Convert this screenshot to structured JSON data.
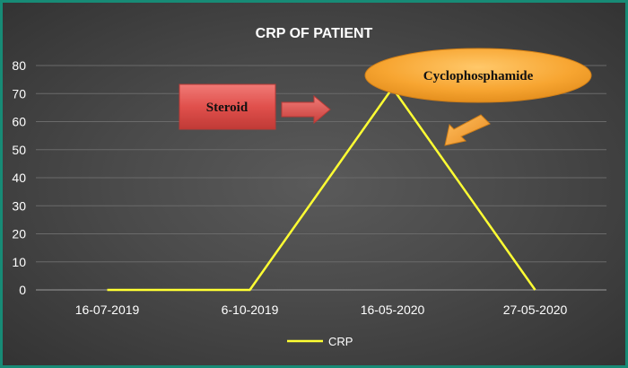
{
  "chart_data": {
    "type": "line",
    "title": "CRP OF PATIENT",
    "xlabel": "",
    "ylabel": "",
    "categories": [
      "16-07-2019",
      "6-10-2019",
      "16-05-2020",
      "27-05-2020"
    ],
    "series": [
      {
        "name": "CRP",
        "values": [
          0,
          0,
          72,
          0
        ],
        "color": "#ffff33"
      }
    ],
    "ylim": [
      0,
      80
    ],
    "yticks": [
      0,
      10,
      20,
      30,
      40,
      50,
      60,
      70,
      80
    ],
    "grid": true,
    "legend": "bottom",
    "annotations": [
      {
        "text": "Steroid",
        "shape": "rectangle",
        "color": "#e0504c"
      },
      {
        "text": "Cyclophosphamide",
        "shape": "ellipse",
        "color": "#f5a22d"
      }
    ]
  }
}
